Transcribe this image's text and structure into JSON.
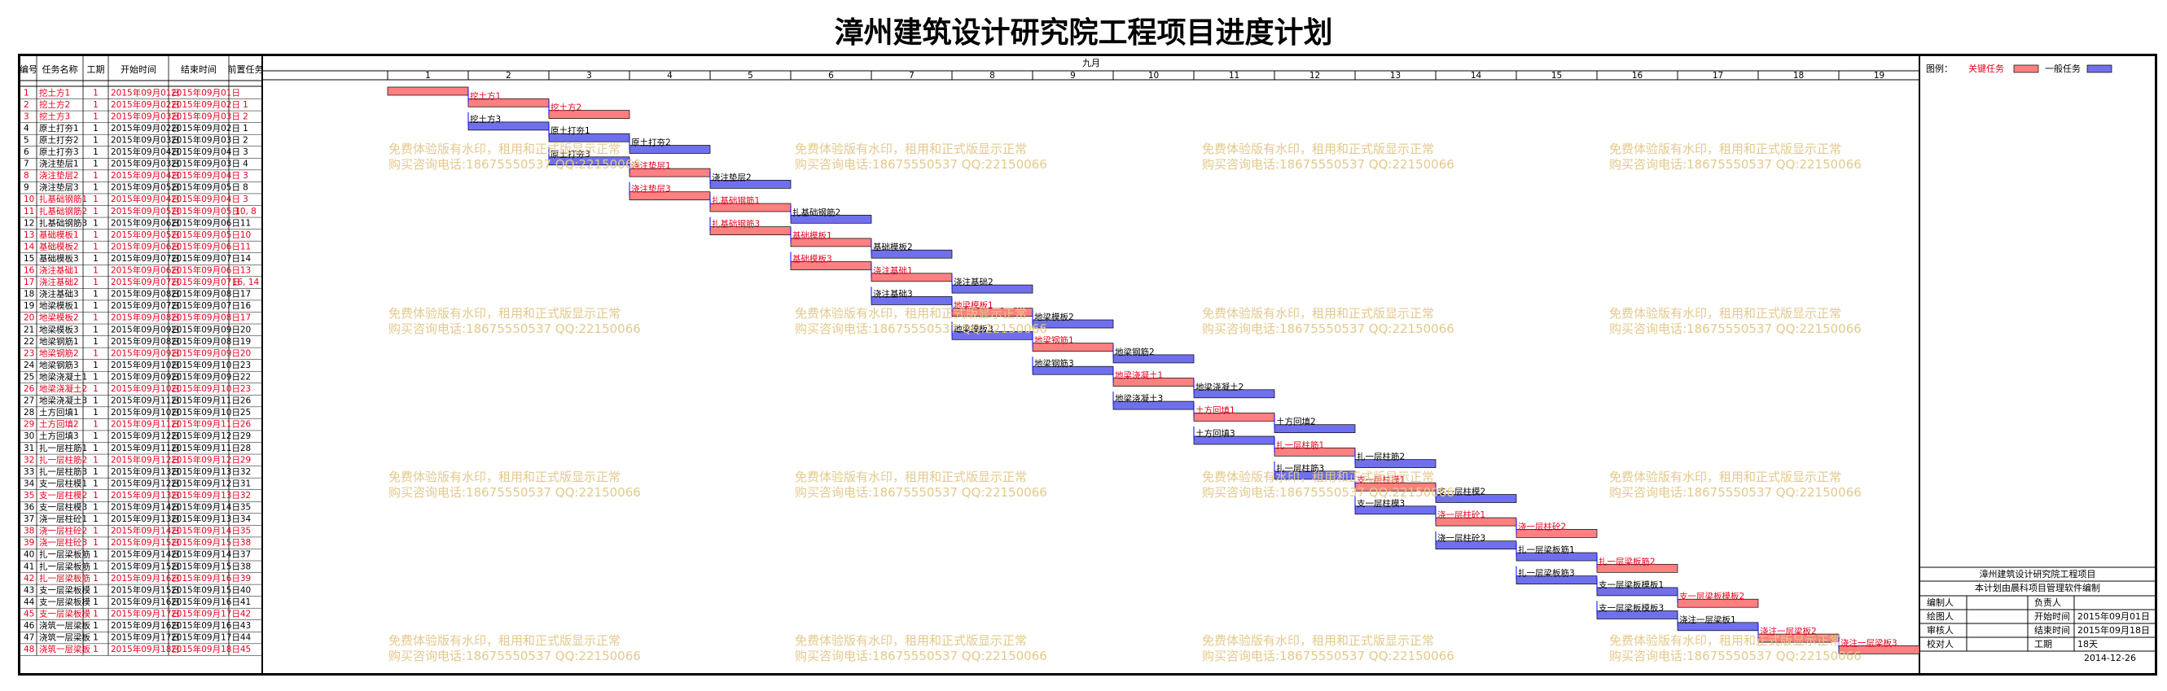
{
  "title": "漳州建筑设计研究院工程项目进度计划",
  "table": {
    "headers": {
      "id": "编号",
      "name": "任务名称",
      "duration": "工期",
      "start": "开始时间",
      "end": "结束时间",
      "predecessor": "前置任务"
    },
    "rows": [
      {
        "id": "1",
        "name": "挖土方1",
        "dur": "1",
        "start": "2015年09月01日",
        "end": "2015年09月01日",
        "pred": "",
        "critical": true
      },
      {
        "id": "2",
        "name": "挖土方2",
        "dur": "1",
        "start": "2015年09月02日",
        "end": "2015年09月02日",
        "pred": "1",
        "critical": true
      },
      {
        "id": "3",
        "name": "挖土方3",
        "dur": "1",
        "start": "2015年09月03日",
        "end": "2015年09月03日",
        "pred": "2",
        "critical": true
      },
      {
        "id": "4",
        "name": "原土打夯1",
        "dur": "1",
        "start": "2015年09月02日",
        "end": "2015年09月02日",
        "pred": "1",
        "critical": false
      },
      {
        "id": "5",
        "name": "原土打夯2",
        "dur": "1",
        "start": "2015年09月03日",
        "end": "2015年09月03日",
        "pred": "2",
        "critical": false
      },
      {
        "id": "6",
        "name": "原土打夯3",
        "dur": "1",
        "start": "2015年09月04日",
        "end": "2015年09月04日",
        "pred": "3",
        "critical": false
      },
      {
        "id": "7",
        "name": "浇注垫层1",
        "dur": "1",
        "start": "2015年09月03日",
        "end": "2015年09月03日",
        "pred": "4",
        "critical": false
      },
      {
        "id": "8",
        "name": "浇注垫层2",
        "dur": "1",
        "start": "2015年09月04日",
        "end": "2015年09月04日",
        "pred": "3",
        "critical": true
      },
      {
        "id": "9",
        "name": "浇注垫层3",
        "dur": "1",
        "start": "2015年09月05日",
        "end": "2015年09月05日",
        "pred": "8",
        "critical": false
      },
      {
        "id": "10",
        "name": "扎基础钢筋1",
        "dur": "1",
        "start": "2015年09月04日",
        "end": "2015年09月04日",
        "pred": "3",
        "critical": true
      },
      {
        "id": "11",
        "name": "扎基础钢筋2",
        "dur": "1",
        "start": "2015年09月05日",
        "end": "2015年09月05日",
        "pred": "10, 8",
        "critical": true
      },
      {
        "id": "12",
        "name": "扎基础钢筋3",
        "dur": "1",
        "start": "2015年09月06日",
        "end": "2015年09月06日",
        "pred": "11",
        "critical": false
      },
      {
        "id": "13",
        "name": "基础模板1",
        "dur": "1",
        "start": "2015年09月05日",
        "end": "2015年09月05日",
        "pred": "10",
        "critical": true
      },
      {
        "id": "14",
        "name": "基础模板2",
        "dur": "1",
        "start": "2015年09月06日",
        "end": "2015年09月06日",
        "pred": "11",
        "critical": true
      },
      {
        "id": "15",
        "name": "基础模板3",
        "dur": "1",
        "start": "2015年09月07日",
        "end": "2015年09月07日",
        "pred": "14",
        "critical": false
      },
      {
        "id": "16",
        "name": "浇注基础1",
        "dur": "1",
        "start": "2015年09月06日",
        "end": "2015年09月06日",
        "pred": "13",
        "critical": true
      },
      {
        "id": "17",
        "name": "浇注基础2",
        "dur": "1",
        "start": "2015年09月07日",
        "end": "2015年09月07日",
        "pred": "16, 14",
        "critical": true
      },
      {
        "id": "18",
        "name": "浇注基础3",
        "dur": "1",
        "start": "2015年09月08日",
        "end": "2015年09月08日",
        "pred": "17",
        "critical": false
      },
      {
        "id": "19",
        "name": "地梁模板1",
        "dur": "1",
        "start": "2015年09月07日",
        "end": "2015年09月07日",
        "pred": "16",
        "critical": false
      },
      {
        "id": "20",
        "name": "地梁模板2",
        "dur": "1",
        "start": "2015年09月08日",
        "end": "2015年09月08日",
        "pred": "17",
        "critical": true
      },
      {
        "id": "21",
        "name": "地梁模板3",
        "dur": "1",
        "start": "2015年09月09日",
        "end": "2015年09月09日",
        "pred": "20",
        "critical": false
      },
      {
        "id": "22",
        "name": "地梁钢筋1",
        "dur": "1",
        "start": "2015年09月08日",
        "end": "2015年09月08日",
        "pred": "19",
        "critical": false
      },
      {
        "id": "23",
        "name": "地梁钢筋2",
        "dur": "1",
        "start": "2015年09月09日",
        "end": "2015年09月09日",
        "pred": "20",
        "critical": true
      },
      {
        "id": "24",
        "name": "地梁钢筋3",
        "dur": "1",
        "start": "2015年09月10日",
        "end": "2015年09月10日",
        "pred": "23",
        "critical": false
      },
      {
        "id": "25",
        "name": "地梁浇凝土1",
        "dur": "1",
        "start": "2015年09月09日",
        "end": "2015年09月09日",
        "pred": "22",
        "critical": false
      },
      {
        "id": "26",
        "name": "地梁浇凝土2",
        "dur": "1",
        "start": "2015年09月10日",
        "end": "2015年09月10日",
        "pred": "23",
        "critical": true
      },
      {
        "id": "27",
        "name": "地梁浇凝土3",
        "dur": "1",
        "start": "2015年09月11日",
        "end": "2015年09月11日",
        "pred": "26",
        "critical": false
      },
      {
        "id": "28",
        "name": "土方回填1",
        "dur": "1",
        "start": "2015年09月10日",
        "end": "2015年09月10日",
        "pred": "25",
        "critical": false
      },
      {
        "id": "29",
        "name": "土方回填2",
        "dur": "1",
        "start": "2015年09月11日",
        "end": "2015年09月11日",
        "pred": "26",
        "critical": true
      },
      {
        "id": "30",
        "name": "土方回填3",
        "dur": "1",
        "start": "2015年09月12日",
        "end": "2015年09月12日",
        "pred": "29",
        "critical": false
      },
      {
        "id": "31",
        "name": "扎一层柱筋1",
        "dur": "1",
        "start": "2015年09月11日",
        "end": "2015年09月11日",
        "pred": "28",
        "critical": false
      },
      {
        "id": "32",
        "name": "扎一层柱筋2",
        "dur": "1",
        "start": "2015年09月12日",
        "end": "2015年09月12日",
        "pred": "29",
        "critical": true
      },
      {
        "id": "33",
        "name": "扎一层柱筋3",
        "dur": "1",
        "start": "2015年09月13日",
        "end": "2015年09月13日",
        "pred": "32",
        "critical": false
      },
      {
        "id": "34",
        "name": "支一层柱模1",
        "dur": "1",
        "start": "2015年09月12日",
        "end": "2015年09月12日",
        "pred": "31",
        "critical": false
      },
      {
        "id": "35",
        "name": "支一层柱模2",
        "dur": "1",
        "start": "2015年09月13日",
        "end": "2015年09月13日",
        "pred": "32",
        "critical": true
      },
      {
        "id": "36",
        "name": "支一层柱模3",
        "dur": "1",
        "start": "2015年09月14日",
        "end": "2015年09月14日",
        "pred": "35",
        "critical": false
      },
      {
        "id": "37",
        "name": "浇一层柱砼1",
        "dur": "1",
        "start": "2015年09月13日",
        "end": "2015年09月13日",
        "pred": "34",
        "critical": false
      },
      {
        "id": "38",
        "name": "浇一层柱砼2",
        "dur": "1",
        "start": "2015年09月14日",
        "end": "2015年09月14日",
        "pred": "35",
        "critical": true
      },
      {
        "id": "39",
        "name": "浇一层柱砼3",
        "dur": "1",
        "start": "2015年09月15日",
        "end": "2015年09月15日",
        "pred": "38",
        "critical": true
      },
      {
        "id": "40",
        "name": "扎一层梁板筋",
        "dur": "1",
        "start": "2015年09月14日",
        "end": "2015年09月14日",
        "pred": "37",
        "critical": false
      },
      {
        "id": "41",
        "name": "扎一层梁板筋",
        "dur": "1",
        "start": "2015年09月15日",
        "end": "2015年09月15日",
        "pred": "38",
        "critical": false
      },
      {
        "id": "42",
        "name": "扎一层梁板筋",
        "dur": "1",
        "start": "2015年09月16日",
        "end": "2015年09月16日",
        "pred": "39",
        "critical": true
      },
      {
        "id": "43",
        "name": "支一层梁板模",
        "dur": "1",
        "start": "2015年09月15日",
        "end": "2015年09月15日",
        "pred": "40",
        "critical": false
      },
      {
        "id": "44",
        "name": "支一层梁板模",
        "dur": "1",
        "start": "2015年09月16日",
        "end": "2015年09月16日",
        "pred": "41",
        "critical": false
      },
      {
        "id": "45",
        "name": "支一层梁板模",
        "dur": "1",
        "start": "2015年09月17日",
        "end": "2015年09月17日",
        "pred": "42",
        "critical": true
      },
      {
        "id": "46",
        "name": "浇筑一层梁板",
        "dur": "1",
        "start": "2015年09月16日",
        "end": "2015年09月16日",
        "pred": "43",
        "critical": false
      },
      {
        "id": "47",
        "name": "浇筑一层梁板",
        "dur": "1",
        "start": "2015年09月17日",
        "end": "2015年09月17日",
        "pred": "44",
        "critical": false
      },
      {
        "id": "48",
        "name": "浇筑一层梁板",
        "dur": "1",
        "start": "2015年09月18日",
        "end": "2015年09月18日",
        "pred": "45",
        "critical": true
      }
    ]
  },
  "gantt": {
    "month_label": "九月",
    "days": [
      "1",
      "2",
      "3",
      "4",
      "5",
      "6",
      "7",
      "8",
      "9",
      "10",
      "11",
      "12",
      "13",
      "14",
      "15",
      "16",
      "17",
      "18",
      "19"
    ],
    "bars": [
      {
        "day": 1,
        "label": "",
        "critical": true
      },
      {
        "day": 2,
        "label": "挖土方1",
        "critical": true
      },
      {
        "day": 3,
        "label": "挖土方2",
        "critical": true
      },
      {
        "day": 2,
        "label": "挖土方3",
        "critical": false
      },
      {
        "day": 3,
        "label": "原土打夯1",
        "critical": false
      },
      {
        "day": 4,
        "label": "原土打夯2",
        "critical": false
      },
      {
        "day": 3,
        "label": "原土打夯3",
        "critical": false
      },
      {
        "day": 4,
        "label": "浇注垫层1",
        "critical": true
      },
      {
        "day": 5,
        "label": "浇注垫层2",
        "critical": false
      },
      {
        "day": 4,
        "label": "浇注垫层3",
        "critical": true
      },
      {
        "day": 5,
        "label": "扎基础钢筋1",
        "critical": true
      },
      {
        "day": 6,
        "label": "扎基础钢筋2",
        "critical": false
      },
      {
        "day": 5,
        "label": "扎基础钢筋3",
        "critical": true
      },
      {
        "day": 6,
        "label": "基础模板1",
        "critical": true
      },
      {
        "day": 7,
        "label": "基础模板2",
        "critical": false
      },
      {
        "day": 6,
        "label": "基础模板3",
        "critical": true
      },
      {
        "day": 7,
        "label": "浇注基础1",
        "critical": true
      },
      {
        "day": 8,
        "label": "浇注基础2",
        "critical": false
      },
      {
        "day": 7,
        "label": "浇注基础3",
        "critical": false
      },
      {
        "day": 8,
        "label": "地梁模板1",
        "critical": true
      },
      {
        "day": 9,
        "label": "地梁模板2",
        "critical": false
      },
      {
        "day": 8,
        "label": "地梁模板3",
        "critical": false
      },
      {
        "day": 9,
        "label": "地梁钢筋1",
        "critical": true
      },
      {
        "day": 10,
        "label": "地梁钢筋2",
        "critical": false
      },
      {
        "day": 9,
        "label": "地梁钢筋3",
        "critical": false
      },
      {
        "day": 10,
        "label": "地梁浇凝土1",
        "critical": true
      },
      {
        "day": 11,
        "label": "地梁浇凝土2",
        "critical": false
      },
      {
        "day": 10,
        "label": "地梁浇凝土3",
        "critical": false
      },
      {
        "day": 11,
        "label": "土方回填1",
        "critical": true
      },
      {
        "day": 12,
        "label": "土方回填2",
        "critical": false
      },
      {
        "day": 11,
        "label": "土方回填3",
        "critical": false
      },
      {
        "day": 12,
        "label": "扎一层柱筋1",
        "critical": true
      },
      {
        "day": 13,
        "label": "扎一层柱筋2",
        "critical": false
      },
      {
        "day": 12,
        "label": "扎一层柱筋3",
        "critical": false
      },
      {
        "day": 13,
        "label": "支一层柱模1",
        "critical": true
      },
      {
        "day": 14,
        "label": "支一层柱模2",
        "critical": false
      },
      {
        "day": 13,
        "label": "支一层柱模3",
        "critical": false
      },
      {
        "day": 14,
        "label": "浇一层柱砼1",
        "critical": true
      },
      {
        "day": 15,
        "label": "浇一层柱砼2",
        "critical": true
      },
      {
        "day": 14,
        "label": "浇一层柱砼3",
        "critical": false
      },
      {
        "day": 15,
        "label": "扎一层梁板筋1",
        "critical": false
      },
      {
        "day": 16,
        "label": "扎一层梁板筋2",
        "critical": true
      },
      {
        "day": 15,
        "label": "扎一层梁板筋3",
        "critical": false
      },
      {
        "day": 16,
        "label": "支一层梁板模板1",
        "critical": false
      },
      {
        "day": 17,
        "label": "支一层梁板模板2",
        "critical": true
      },
      {
        "day": 16,
        "label": "支一层梁板模板3",
        "critical": false
      },
      {
        "day": 17,
        "label": "浇注一层梁板1",
        "critical": false
      },
      {
        "day": 18,
        "label": "浇注一层梁板2",
        "critical": true
      },
      {
        "day": 19,
        "label": "浇注一层梁板3",
        "critical": true
      }
    ]
  },
  "legend": {
    "label": "图例：",
    "critical": "关键任务",
    "normal": "一般任务"
  },
  "info": {
    "project": "漳州建筑设计研究院工程项目",
    "note": "本计划由晨科项目管理软件编制",
    "editor_label": "编制人",
    "owner_label": "负责人",
    "drawer_label": "绘图人",
    "start_label": "开始时间",
    "start_value": "2015年09月01日",
    "reviewer_label": "审核人",
    "end_label": "结束时间",
    "end_value": "2015年09月18日",
    "checker_label": "校对人",
    "duration_label": "工期",
    "duration_value": "18天",
    "date": "2014-12-26"
  },
  "watermark": {
    "line1": "免费体验版有水印，租用和正式版显示正常",
    "line2": "购买咨询电话:18675550537 QQ:22150066"
  },
  "colors": {
    "critical_text": "#e8001c",
    "critical_bar": "#ff8080",
    "normal_bar": "#7070ee",
    "link": "#0000ff",
    "watermark": "#e3c98c"
  }
}
